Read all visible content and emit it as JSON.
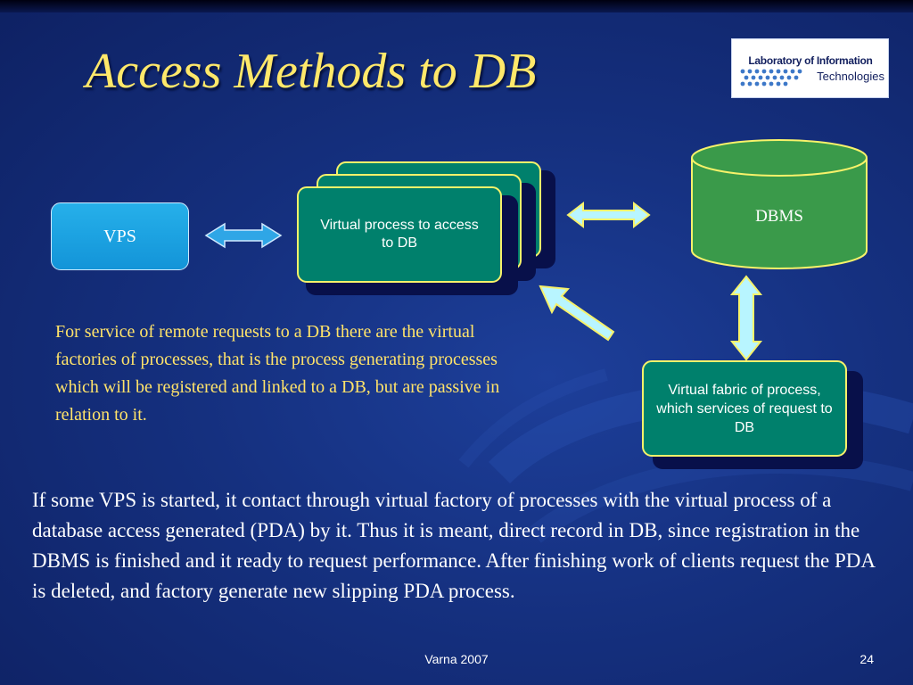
{
  "slide": {
    "title": "Access Methods to DB",
    "logo": {
      "line1": "Laboratory of Information",
      "line2": "Technologies"
    },
    "diagram": {
      "vps_label": "VPS",
      "virtual_process_label": "Virtual process to access to DB",
      "dbms_label": "DBMS",
      "virtual_fabric_label": "Virtual fabric of process, which services of request to DB"
    },
    "note_text": "For service of remote requests to a DB there are the virtual factories of processes, that is the process generating processes which will be registered and linked to a DB, but are passive in relation to it.",
    "body_text": "If some VPS is started, it contact through virtual factory of processes with the virtual process of a database access generated (PDA) by it. Thus it is meant, direct record in DB, since registration in the DBMS is finished and it ready to request performance. After finishing work of clients request the PDA is deleted, and factory generate new slipping PDA process.",
    "footer_center": "Varna 2007",
    "page_number": "24"
  },
  "colors": {
    "title": "#ffe86a",
    "note": "#ffe36a",
    "process_box_fill": "#00806c",
    "process_box_border": "#f7f26a",
    "vps_fill": "#1a9fe0",
    "dbms_fill": "#3a9a4a",
    "arrow_fill": "#b8f5ff"
  }
}
